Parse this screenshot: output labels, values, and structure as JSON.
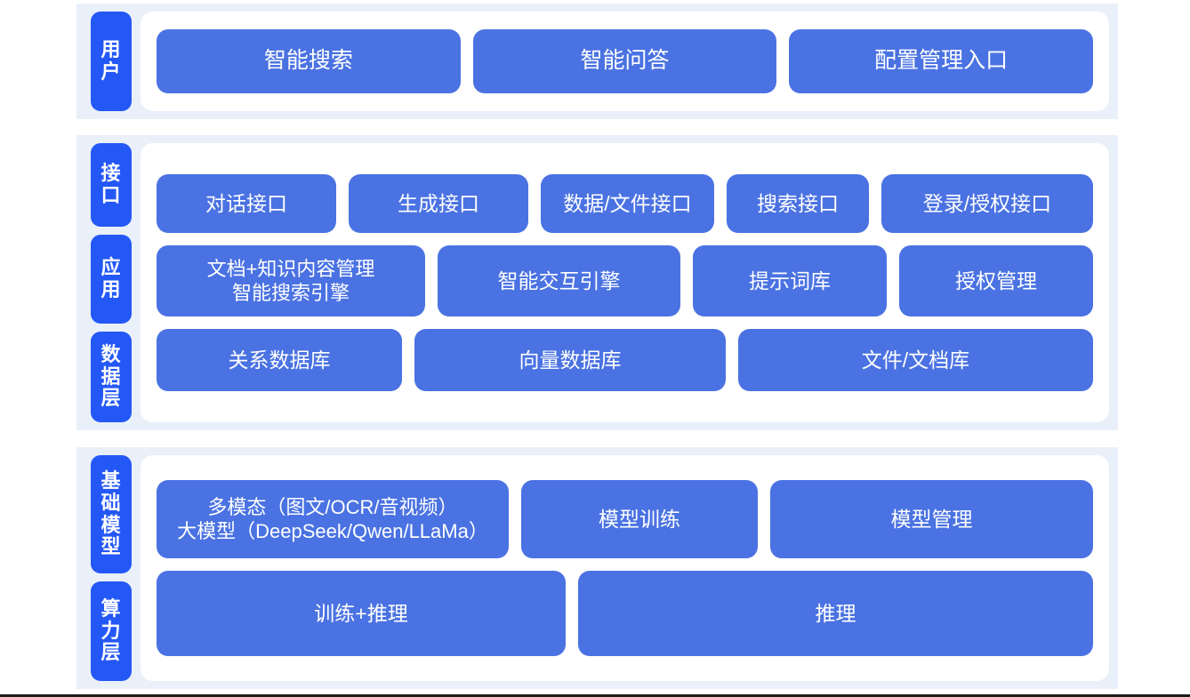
{
  "colors": {
    "band_background": "#eaf0fa",
    "label_pill": "#2458f6",
    "content_box": "#4a72e2",
    "panel": "#ffffff",
    "page": "#ffffff"
  },
  "bands": [
    {
      "id": "user",
      "labels": [
        "用户"
      ],
      "rows": [
        {
          "id": "user-entries",
          "boxes": [
            "智能搜索",
            "智能问答",
            "配置管理入口"
          ]
        }
      ]
    },
    {
      "id": "middle",
      "labels": [
        "接口",
        "应用",
        "数据层"
      ],
      "rows": [
        {
          "id": "interface",
          "boxes": [
            "对话接口",
            "生成接口",
            "数据/文件接口",
            "搜索接口",
            "登录/授权接口"
          ]
        },
        {
          "id": "application",
          "boxes": [
            "文档+知识内容管理\n智能搜索引擎",
            "智能交互引擎",
            "提示词库",
            "授权管理"
          ]
        },
        {
          "id": "data",
          "boxes": [
            "关系数据库",
            "向量数据库",
            "文件/文档库"
          ]
        }
      ]
    },
    {
      "id": "base",
      "labels": [
        "基础模型",
        "算力层"
      ],
      "rows": [
        {
          "id": "model",
          "boxes": [
            "多模态（图文/OCR/音视频）\n大模型（DeepSeek/Qwen/LLaMa）",
            "模型训练",
            "模型管理"
          ]
        },
        {
          "id": "compute",
          "boxes": [
            "训练+推理",
            "推理"
          ]
        }
      ]
    }
  ]
}
